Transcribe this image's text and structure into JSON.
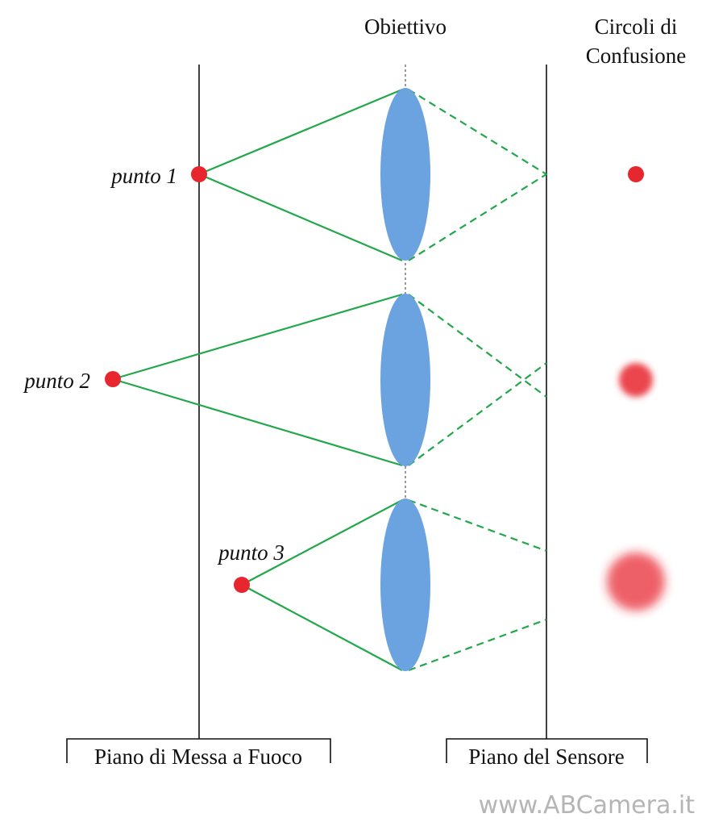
{
  "labels": {
    "lens": "Obiettivo",
    "circles_line1": "Circoli di",
    "circles_line2": "Confusione",
    "focus_plane": "Piano di Messa a Fuoco",
    "sensor_plane": "Piano del Sensore",
    "watermark": "www.ABCamera.it"
  },
  "points": [
    {
      "label": "punto 1",
      "blur": "none"
    },
    {
      "label": "punto 2",
      "blur": "medium"
    },
    {
      "label": "punto 3",
      "blur": "large"
    }
  ],
  "colors": {
    "ray": "#22a84a",
    "lens": "#6aa3e0",
    "point": "#e8262d",
    "line": "#111111",
    "watermark": "#b5b5b5"
  }
}
